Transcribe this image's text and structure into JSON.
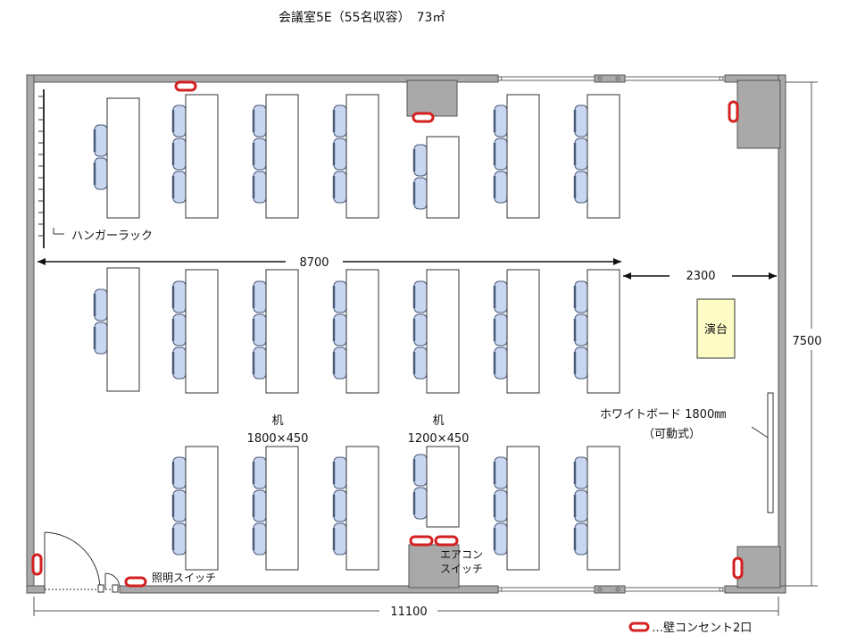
{
  "title": "会議室5E（55名収容）　73㎡",
  "labels": {
    "hanger_rack": "ハンガーラック",
    "dim_inner_width": "8700",
    "dim_front_gap": "2300",
    "dim_depth": "7500",
    "dim_total_width": "11100",
    "podium": "演台",
    "desk_large": "机",
    "desk_large_size": "1800×450",
    "desk_small": "机",
    "desk_small_size": "1200×450",
    "whiteboard": "ホワイトボード 1800㎜",
    "whiteboard_note": "（可動式）",
    "light_switch": "照明スイッチ",
    "aircon_switch_1": "エアコン",
    "aircon_switch_2": "スイッチ",
    "legend": "…壁コンセント2口"
  },
  "colors": {
    "wall": "#a9a9a9",
    "wall_dark": "#555555",
    "chair": "#c8d6ef",
    "chair_stroke": "#4a5a78",
    "podium": "#fdfbc6",
    "outlet": "#d42020"
  }
}
